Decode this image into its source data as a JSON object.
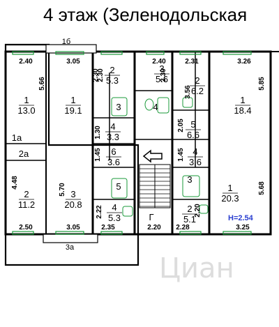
{
  "title": "4 этаж (Зеленодольская",
  "height_note": "H=2.54",
  "stair_label": "Г",
  "watermark": "Циан",
  "balconies": [
    "1б",
    "3а"
  ],
  "rooms": [
    {
      "num": "1",
      "area": "13.0"
    },
    {
      "num": "1",
      "area": "19.1"
    },
    {
      "num": "2",
      "area": "5.3"
    },
    {
      "num": "3",
      "area": ""
    },
    {
      "num": "3",
      "area": "5.6"
    },
    {
      "num": "4",
      "area": ""
    },
    {
      "num": "2",
      "area": "6.2"
    },
    {
      "num": "1",
      "area": "18.4"
    },
    {
      "num": "4",
      "area": "3.3"
    },
    {
      "num": "5",
      "area": "6.6"
    },
    {
      "num": "1а",
      "area": ""
    },
    {
      "num": "2а",
      "area": ""
    },
    {
      "num": "6",
      "area": "3.6"
    },
    {
      "num": "4",
      "area": "3.6"
    },
    {
      "num": "2",
      "area": "11.2"
    },
    {
      "num": "3",
      "area": "20.8"
    },
    {
      "num": "5",
      "area": ""
    },
    {
      "num": "3",
      "area": ""
    },
    {
      "num": "1",
      "area": "20.3"
    },
    {
      "num": "4",
      "area": "5.3"
    },
    {
      "num": "2",
      "area": "5.1"
    }
  ],
  "dims": [
    "2.40",
    "3.05",
    "2.30",
    "2.40",
    "2.31",
    "3.26",
    "5.66",
    "2.30",
    "2.30",
    "3.56",
    "5.85",
    "1.30",
    "2.05",
    "1.45",
    "1.45",
    "4.48",
    "5.70",
    "5.68",
    "2.22",
    "2.20",
    "2.50",
    "3.05",
    "2.35",
    "2.20",
    "2.28",
    "3.25"
  ]
}
